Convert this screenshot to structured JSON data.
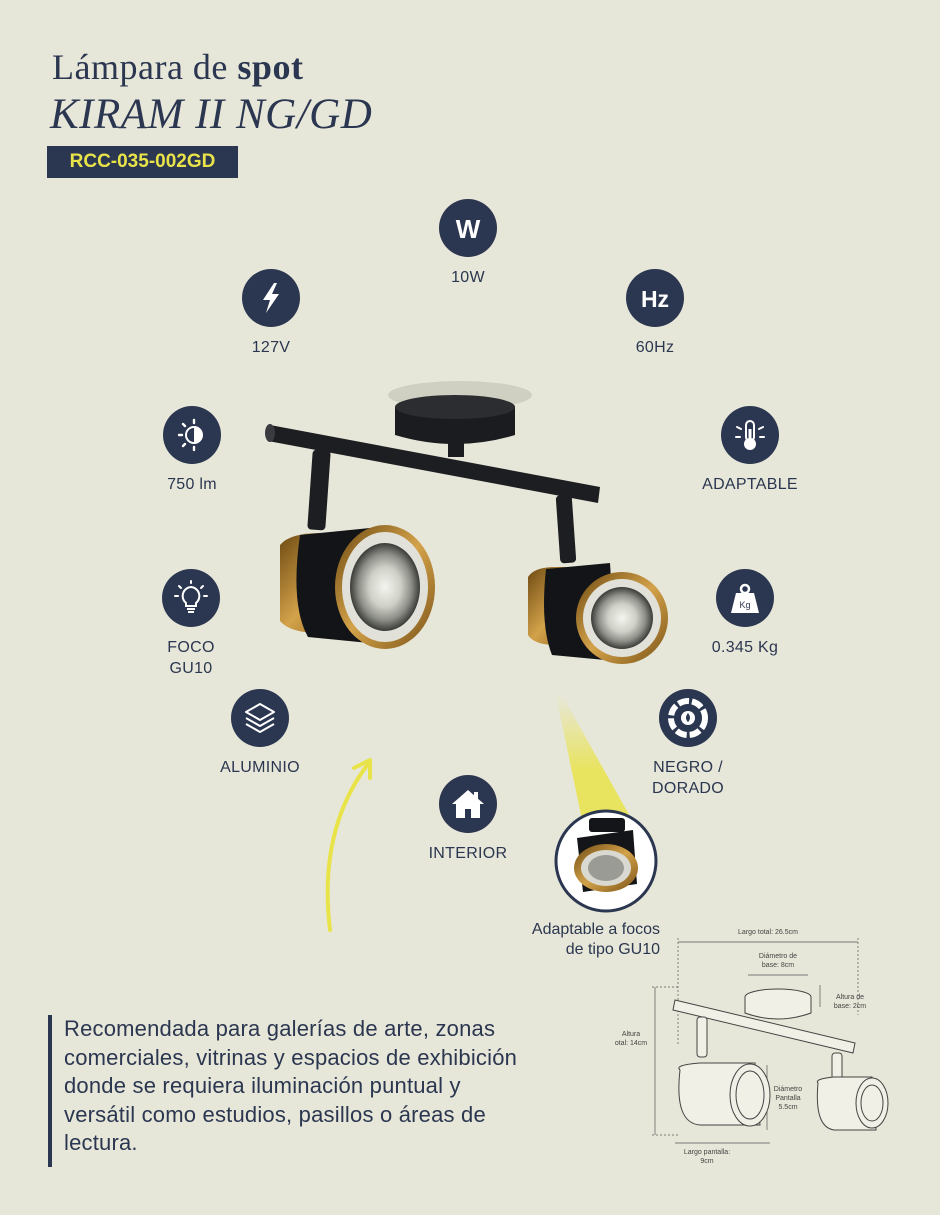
{
  "header": {
    "title_prefix": "Lámpara de",
    "title_bold": "spot",
    "model": "KIRAM II NG/GD",
    "sku": "RCC-035-002GD"
  },
  "specs": {
    "watts": {
      "icon": "watt-icon",
      "value": "10W"
    },
    "voltage": {
      "icon": "lightning-icon",
      "value": "127V"
    },
    "frequency": {
      "icon": "hertz-icon",
      "value": "60Hz"
    },
    "lumens": {
      "icon": "brightness-icon",
      "value": "750 lm"
    },
    "temperature": {
      "icon": "thermometer-icon",
      "value": "ADAPTABLE"
    },
    "bulb": {
      "icon": "bulb-icon",
      "value": "FOCO\nGU10"
    },
    "weight": {
      "icon": "weight-icon",
      "weight_glyph": "Kg",
      "value": "0.345 Kg"
    },
    "material": {
      "icon": "layers-icon",
      "value": "ALUMINIO"
    },
    "color": {
      "icon": "color-wheel-icon",
      "value": "NEGRO /\nDORADO"
    },
    "usage": {
      "icon": "house-icon",
      "value": "INTERIOR"
    }
  },
  "detail_caption": "Adaptable a focos\nde tipo GU10",
  "description": "Recomendada para galerías de arte, zonas comerciales, vitrinas y espacios de exhibición donde se requiera iluminación puntual y versátil como estudios, pasillos o áreas de lectura.",
  "dimensions": {
    "total_length": "Largo total: 26.5cm",
    "base_diameter_1": "Diámetro de",
    "base_diameter_2": "base: 8cm",
    "base_height_1": "Altura de",
    "base_height_2": "base: 2cm",
    "total_height_1": "Altura",
    "total_height_2": "otal: 14cm",
    "shade_diameter_1": "Diámetro",
    "shade_diameter_2": "Pantalla",
    "shade_diameter_3": "5.5cm",
    "shade_length_1": "Largo pantalla:",
    "shade_length_2": "9cm"
  },
  "colors": {
    "background": "#e7e7d9",
    "navy": "#2b3650",
    "accent_yellow": "#e9e34a",
    "gold": "#b8862a"
  }
}
